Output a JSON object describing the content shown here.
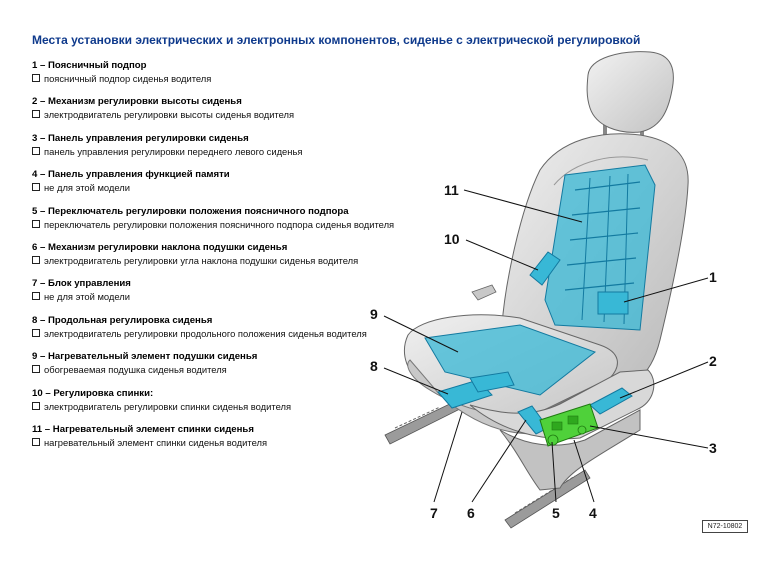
{
  "title": "Места установки электрических и электронных компонентов, сиденье с электрической регулировкой",
  "items": [
    {
      "head": "1 – Поясничный подпор",
      "sub": "поясничный подпор сиденья водителя"
    },
    {
      "head": "2 – Механизм регулировки высоты сиденья",
      "sub": "электродвигатель регулировки высоты сиденья водителя"
    },
    {
      "head": "3 – Панель управления регулировки сиденья",
      "sub": "панель управления регулировки переднего левого сиденья"
    },
    {
      "head": "4 – Панель управления функцией памяти",
      "sub": "не для этой модели"
    },
    {
      "head": "5 – Переключатель регулировки положения поясничного подпора",
      "sub": "переключатель регулировки положения поясничного подпора сиденья водителя"
    },
    {
      "head": "6 – Механизм регулировки наклона подушки сиденья",
      "sub": "электродвигатель регулировки угла наклона подушки сиденья водителя"
    },
    {
      "head": "7 – Блок управления",
      "sub": "не для этой модели"
    },
    {
      "head": "8 – Продольная регулировка сиденья",
      "sub": "электродвигатель регулировки продольного положения сиденья водителя"
    },
    {
      "head": "9 – Нагревательный элемент подушки сиденья",
      "sub": "обогреваемая подушка сиденья водителя"
    },
    {
      "head": "10 – Регулировка спинки:",
      "sub": "электродвигатель регулировки спинки сиденья водителя"
    },
    {
      "head": "11 – Нагревательный элемент спинки сиденья",
      "sub": "нагревательный элемент спинки сиденья водителя"
    }
  ],
  "callouts": [
    "1",
    "2",
    "3",
    "4",
    "5",
    "6",
    "7",
    "8",
    "9",
    "10",
    "11"
  ],
  "code": "N72-10802",
  "colors": {
    "title": "#0f3a8c",
    "component_blue": "#38b8d6",
    "component_green": "#4fd13a",
    "seat_gray": "#d4d4d4"
  }
}
